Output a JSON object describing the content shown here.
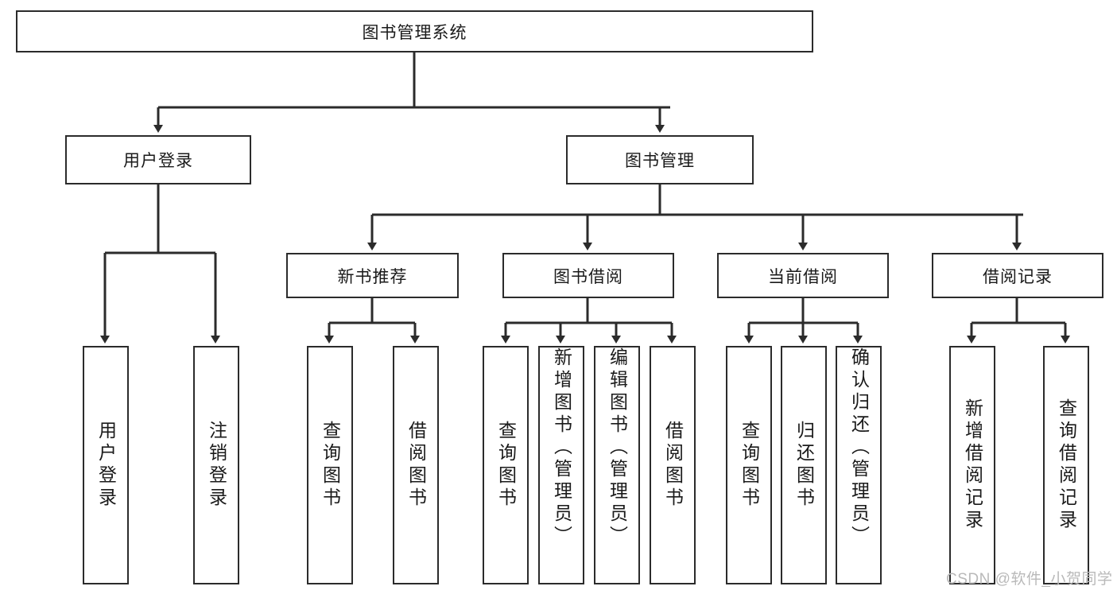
{
  "diagram": {
    "type": "tree-hierarchy",
    "title": "图书管理系统",
    "root": {
      "label": "图书管理系统"
    },
    "level2": [
      {
        "id": "user-login",
        "label": "用户登录"
      },
      {
        "id": "book-manage",
        "label": "图书管理"
      }
    ],
    "level3": [
      {
        "id": "new-book-recommend",
        "label": "新书推荐",
        "parent": "book-manage"
      },
      {
        "id": "book-borrow",
        "label": "图书借阅",
        "parent": "book-manage"
      },
      {
        "id": "current-borrow",
        "label": "当前借阅",
        "parent": "book-manage"
      },
      {
        "id": "borrow-record",
        "label": "借阅记录",
        "parent": "book-manage"
      }
    ],
    "leaves": [
      {
        "id": "leaf-user-login",
        "label": "用户登录",
        "parent": "user-login"
      },
      {
        "id": "leaf-logout",
        "label": "注销登录",
        "parent": "user-login"
      },
      {
        "id": "leaf-query-book-1",
        "label": "查询图书",
        "parent": "new-book-recommend"
      },
      {
        "id": "leaf-borrow-book-1",
        "label": "借阅图书",
        "parent": "new-book-recommend"
      },
      {
        "id": "leaf-query-book-2",
        "label": "查询图书",
        "parent": "book-borrow"
      },
      {
        "id": "leaf-add-book",
        "label": "新增图书（管理员）",
        "parent": "book-borrow"
      },
      {
        "id": "leaf-edit-book",
        "label": "编辑图书（管理员）",
        "parent": "book-borrow"
      },
      {
        "id": "leaf-borrow-book-2",
        "label": "借阅图书",
        "parent": "book-borrow"
      },
      {
        "id": "leaf-query-book-3",
        "label": "查询图书",
        "parent": "current-borrow"
      },
      {
        "id": "leaf-return-book",
        "label": "归还图书",
        "parent": "current-borrow"
      },
      {
        "id": "leaf-confirm-return",
        "label": "确认归还（管理员）",
        "parent": "current-borrow"
      },
      {
        "id": "leaf-add-record",
        "label": "新增借阅记录",
        "parent": "borrow-record"
      },
      {
        "id": "leaf-query-record",
        "label": "查询借阅记录",
        "parent": "borrow-record"
      }
    ],
    "colors": {
      "stroke": "#2b2b2b",
      "fill": "#ffffff",
      "text": "#1a1a1a",
      "watermark": "#b9b9b9"
    }
  },
  "watermark": {
    "text": "CSDN @软件_小贺同学"
  }
}
